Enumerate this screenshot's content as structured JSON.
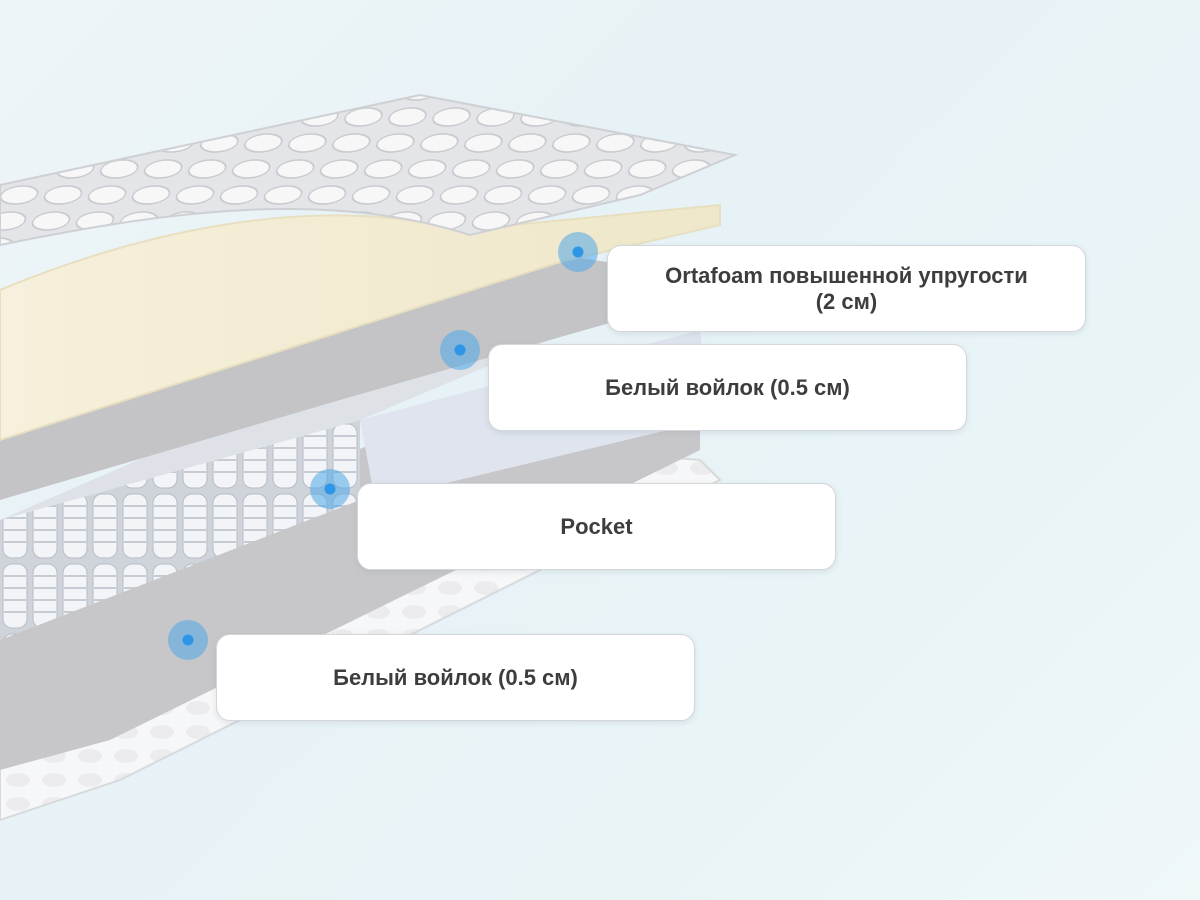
{
  "layers": [
    {
      "label": "Ortafoam повышенной упругости\n(2 см)"
    },
    {
      "label": "Белый войлок (0.5 см)"
    },
    {
      "label": "Pocket"
    },
    {
      "label": "Белый войлок (0.5 см)"
    }
  ],
  "colors": {
    "marker": "#4ea8e8",
    "foam": "#f3edd6",
    "felt": "#c9c9cc",
    "quilt": "#dcdde0",
    "springs": "#e8eaee"
  }
}
